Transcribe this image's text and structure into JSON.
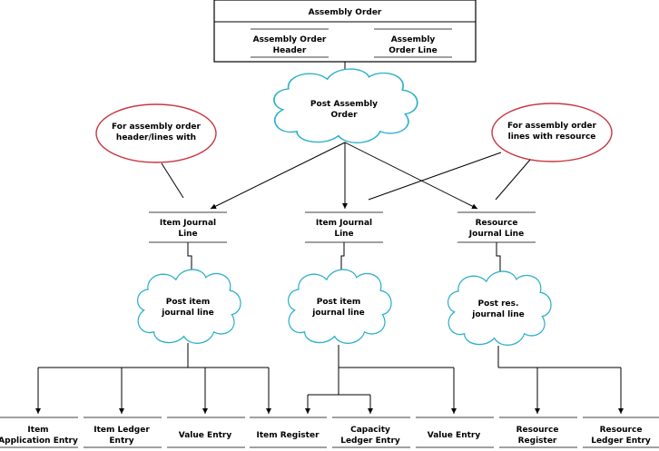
{
  "assembly_order": {
    "title": "Assembly Order",
    "header_line1": "Assembly Order",
    "header_line2": "Header",
    "line_line1": "Assembly",
    "line_line2": "Order Line"
  },
  "processes": {
    "post_assembly_line1": "Post Assembly",
    "post_assembly_line2": "Order",
    "post_item_line1": "Post item",
    "post_item_line2": "journal line",
    "post_item2_line1": "Post item",
    "post_item2_line2": "journal line",
    "post_res_line1": "Post res.",
    "post_res_line2": "journal line"
  },
  "notes": {
    "left_line1": "For assembly order",
    "left_line2": "header/lines with",
    "right_line1": "For assembly order",
    "right_line2": "lines with resource"
  },
  "journals": {
    "item1_line1": "Item Journal",
    "item1_line2": "Line",
    "item2_line1": "Item Journal",
    "item2_line2": "Line",
    "res_line1": "Resource",
    "res_line2": "Journal Line"
  },
  "outputs": {
    "item_app_line1": "Item",
    "item_app_line2": "Application Entry",
    "item_ledger_line1": "Item Ledger",
    "item_ledger_line2": "Entry",
    "value_entry_1": "Value Entry",
    "item_register": "Item Register",
    "capacity_line1": "Capacity",
    "capacity_line2": "Ledger Entry",
    "value_entry_2": "Value Entry",
    "res_register_line1": "Resource",
    "res_register_line2": "Register",
    "res_ledger_line1": "Resource",
    "res_ledger_line2": "Ledger Entry"
  },
  "colors": {
    "cloud_stroke": "#2bb0c8",
    "note_stroke": "#c9353f",
    "line": "#000000"
  }
}
